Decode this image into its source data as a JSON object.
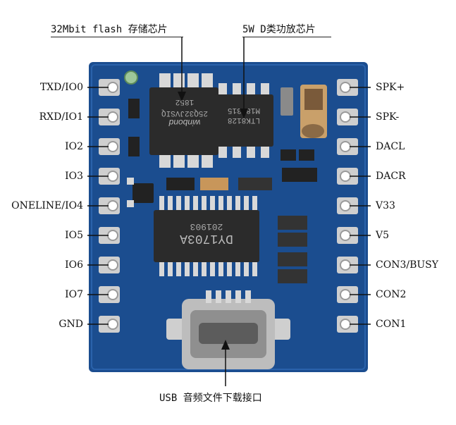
{
  "annotations": {
    "flash": "32Mbit flash 存储芯片",
    "amp": "5W D类功放芯片",
    "usb": "USB 音频文件下载接口"
  },
  "left_pins": [
    "TXD/IO0",
    "RXD/IO1",
    "IO2",
    "IO3",
    "ONELINE/IO4",
    "IO5",
    "IO6",
    "IO7",
    "GND"
  ],
  "right_pins": [
    "SPK+",
    "SPK-",
    "DACL",
    "DACR",
    "V33",
    "V5",
    "CON3/BUSY",
    "CON2",
    "CON1"
  ],
  "chips": {
    "flash_brand": "winbond",
    "flash_code": "25Q32JVSIQ",
    "flash_date": "1852",
    "amp_code": "LTK8128",
    "amp_date": "M180315",
    "main_code": "DY1703A",
    "main_date": "201903"
  },
  "colors": {
    "pcb": "#1b4d8f",
    "pad": "#d9d9d9",
    "chip": "#2b2b2b",
    "line": "#111111"
  }
}
